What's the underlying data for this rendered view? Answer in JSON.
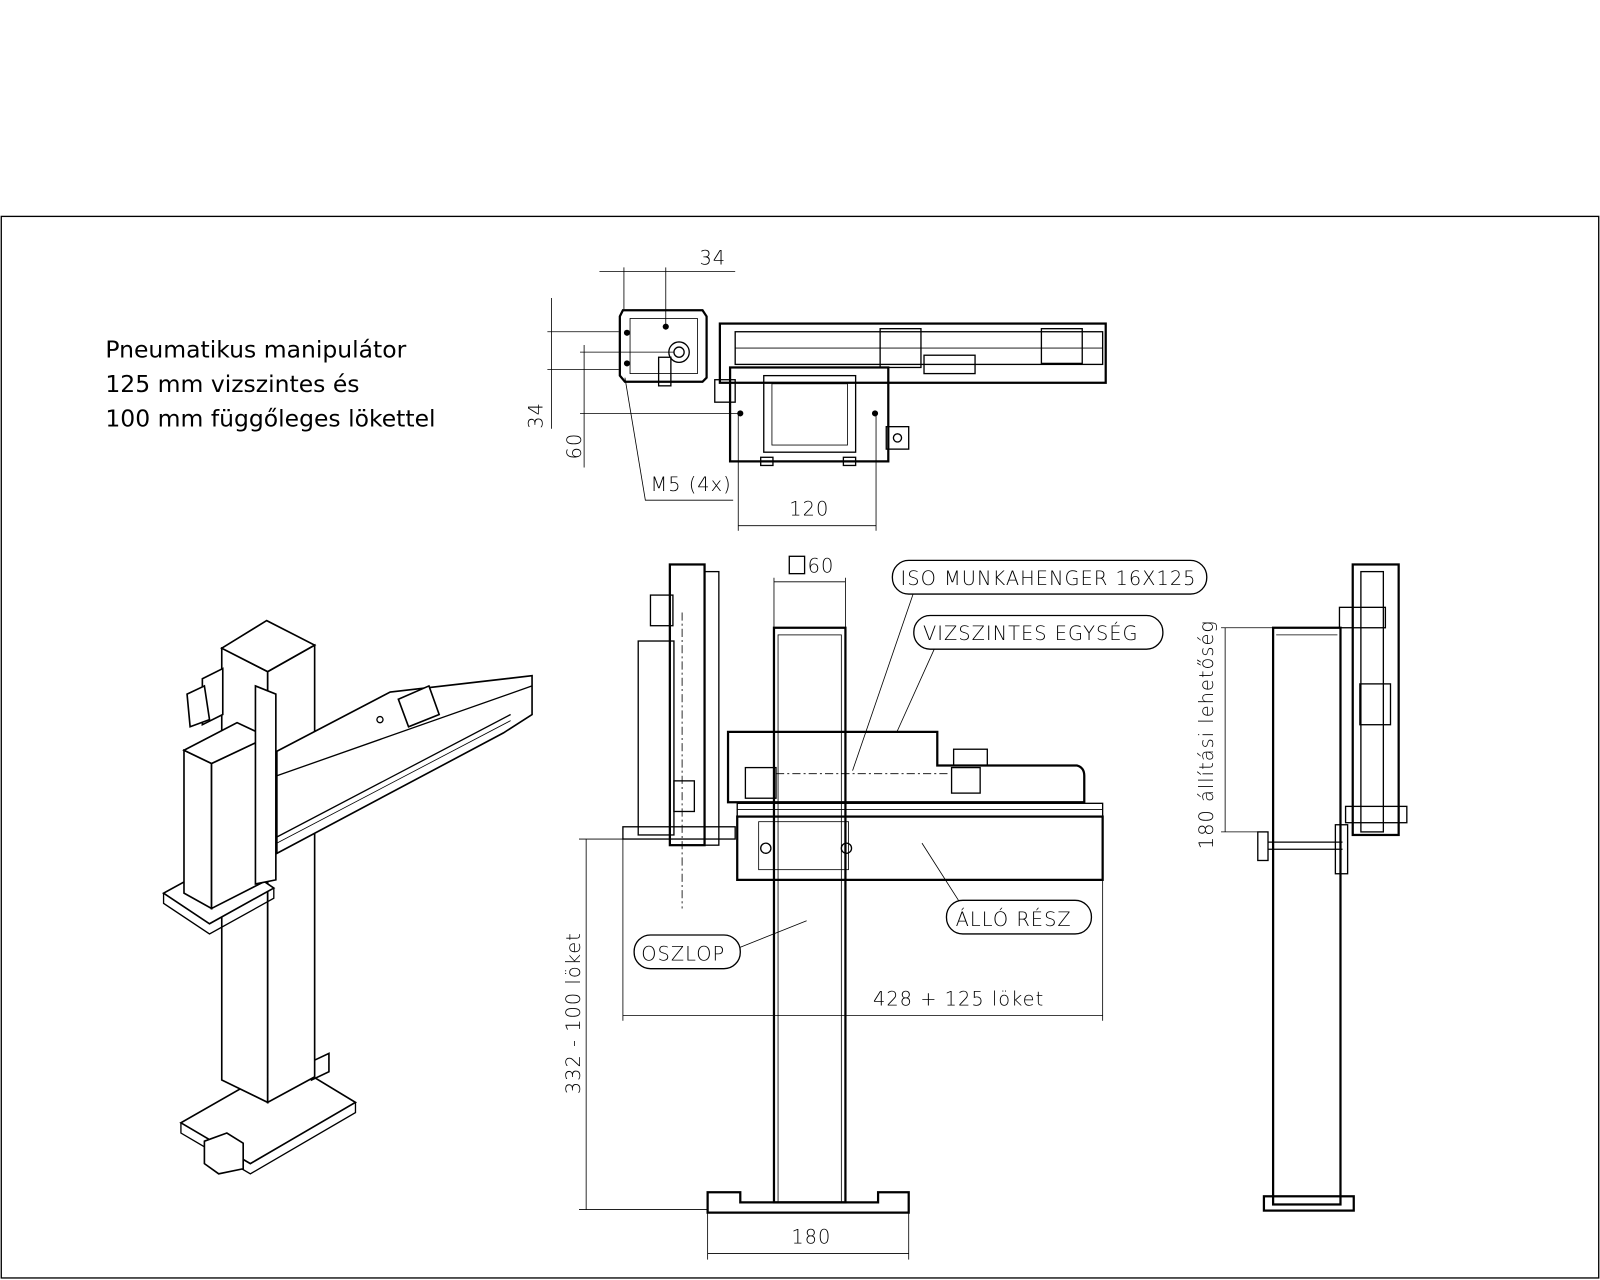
{
  "title": {
    "line1": "Pneumatikus manipulátor",
    "line2": "125 mm vizszintes és",
    "line3": "100 mm függőleges lökettel"
  },
  "top_view": {
    "dim_34_horizontal": "34",
    "dim_34_vertical": "34",
    "dim_60": "60",
    "thread_note": "M5 (4x)",
    "dim_120": "120"
  },
  "front_view": {
    "dim_square_60": "60",
    "callout_cylinder": "ISO MUNKAHENGER 16X125",
    "callout_horizontal_unit": "VIZSZINTES EGYSÉG",
    "callout_fixed_part": "ÁLLÓ RÉSZ",
    "callout_column": "OSZLOP",
    "dim_width": "428 + 125 löket",
    "dim_height": "332 - 100 löket",
    "dim_base": "180"
  },
  "side_view": {
    "dim_adjust": "180 állítási lehetőség"
  }
}
